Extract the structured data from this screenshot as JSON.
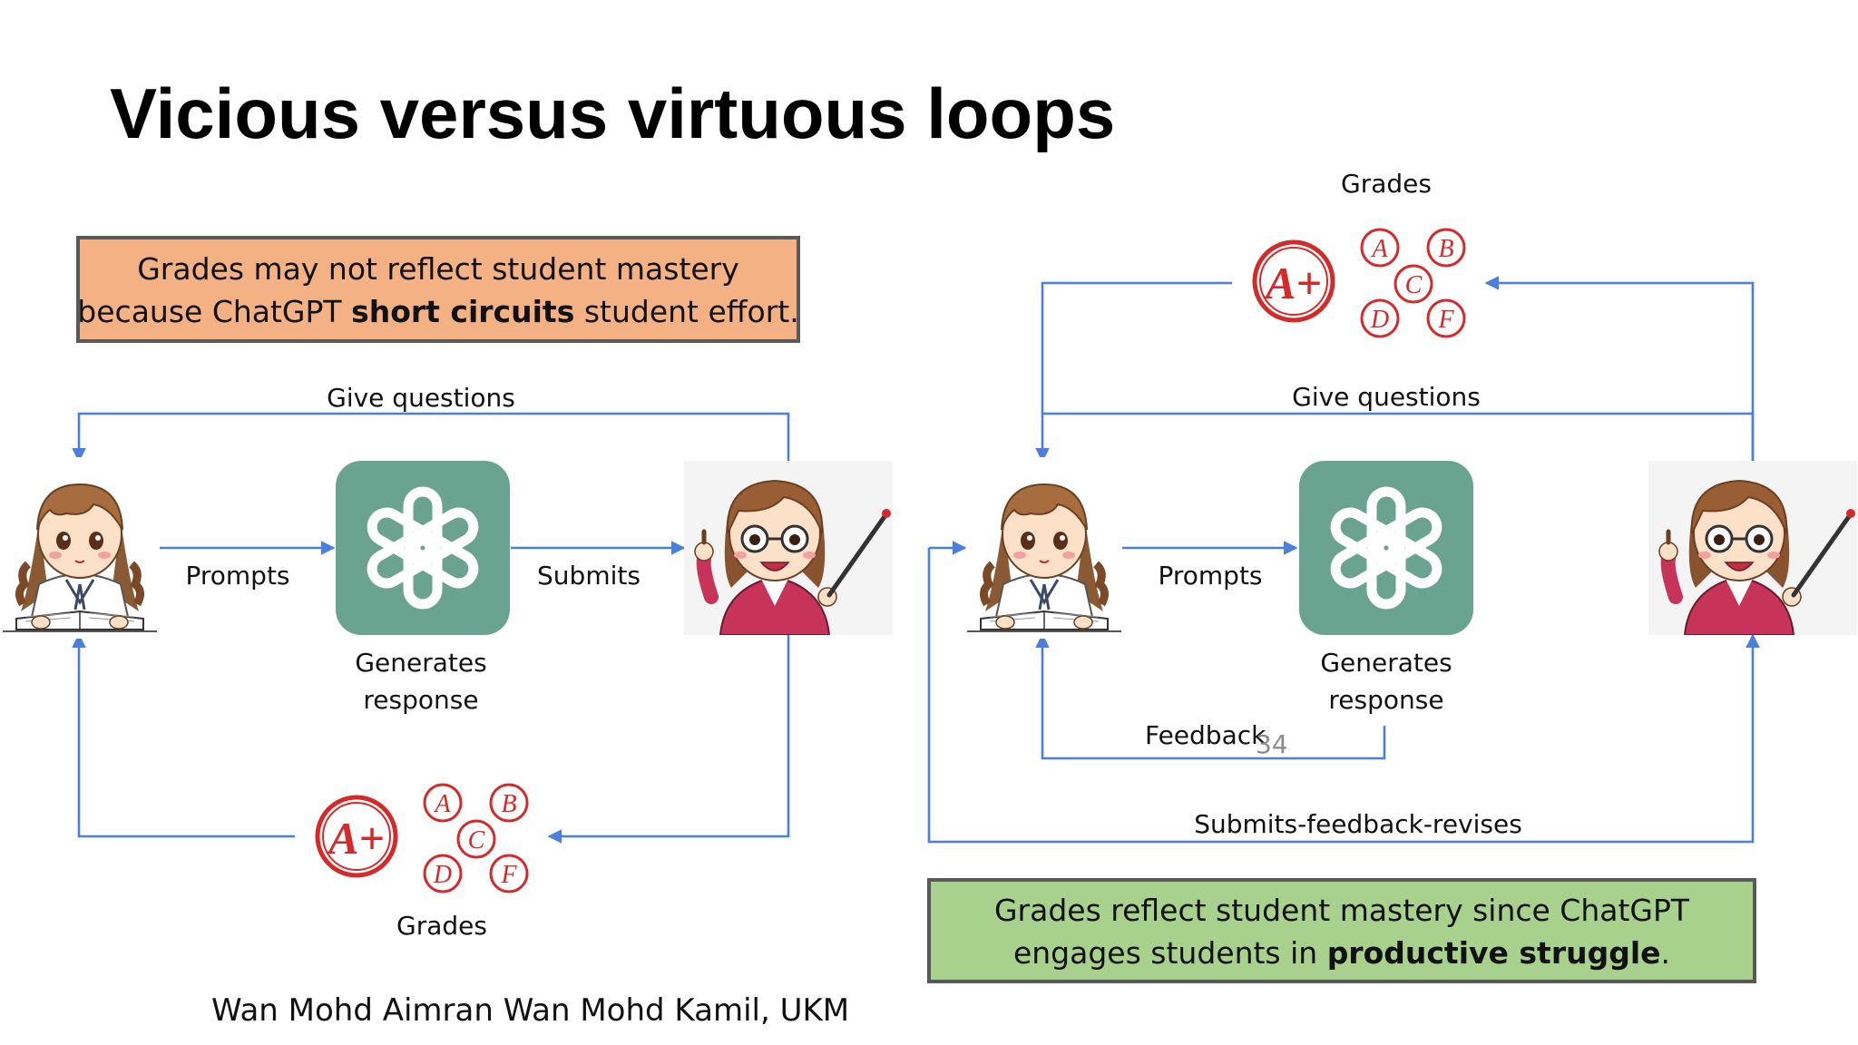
{
  "title": "Vicious versus virtuous loops",
  "vicious": {
    "callout": {
      "line1": "Grades may not reflect student mastery",
      "line2_pre": "because ChatGPT ",
      "line2_bold": "short circuits",
      "line2_post": " student effort."
    },
    "labels": {
      "give_questions": "Give questions",
      "prompts": "Prompts",
      "submits": "Submits",
      "generates_1": "Generates",
      "generates_2": "response",
      "grades": "Grades"
    }
  },
  "virtuous": {
    "labels": {
      "grades": "Grades",
      "give_questions": "Give questions",
      "prompts": "Prompts",
      "generates_1": "Generates",
      "generates_2": "response",
      "feedback": "Feedback",
      "submits_revises": "Submits-feedback-revises"
    },
    "callout": {
      "line1": "Grades reflect student mastery since ChatGPT",
      "line2_pre": "engages students in ",
      "line2_bold": "productive struggle",
      "line2_post": "."
    }
  },
  "grade_letters": {
    "top": "A+",
    "small": [
      "A",
      "B",
      "C",
      "D",
      "F"
    ]
  },
  "author": "Wan Mohd Aimran Wan Mohd Kamil, UKM",
  "page_number": "34",
  "colors": {
    "arrow": "#4a7fe0",
    "vicious_box": "#f4b183",
    "virtuous_box": "#a9d18e",
    "box_border": "#595959",
    "chatgpt_tile": "#6aa38f",
    "grade_red": "#d42a2a"
  },
  "icons": [
    "student-girl-icon",
    "chatgpt-logo-icon",
    "teacher-pointer-icon",
    "grades-icon"
  ]
}
